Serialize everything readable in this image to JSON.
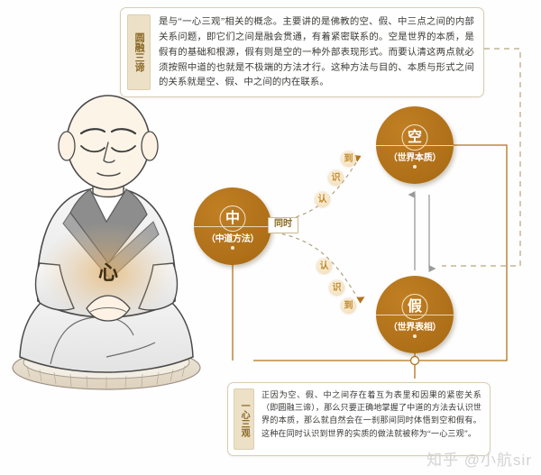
{
  "panels": {
    "top": {
      "tab_label": "圆融三谛",
      "body": "是与“一心三观”相关的概念。主要讲的是佛教的空、假、中三点之间的内部关系问题，即它们之间是融会贯通，有着紧密联系的。空是世界的本质，是假有的基础和根源，假有则是空的一种外部表现形式。而要认清这两点就必须按照中道的也就是不极端的方法才行。这种方法与目的、本质与形式之间的关系就是空、假、中之间的内在联系。"
    },
    "bottom": {
      "tab_label": "一心三观",
      "body": "正因为空、假、中之间存在着互为表里和因果的紧密关系（即圆融三谛），那么只要正确地掌握了中道的方法去认识世界的本质，那么就自然会在一刹那间同时体悟到空和假有。这种在同时认识到世界的实质的做法就被称为“一心三观”。"
    }
  },
  "nodes": [
    {
      "id": "kong",
      "glyph": "空",
      "sub": "（世界本质）"
    },
    {
      "id": "zhong",
      "glyph": "中",
      "sub": "（中道方法）"
    },
    {
      "id": "jia",
      "glyph": "假",
      "sub": "（世界表相）"
    }
  ],
  "tags": {
    "tongshi": "同时"
  },
  "curves": {
    "upper": {
      "chars": [
        "认",
        "识",
        "到"
      ]
    },
    "lower": {
      "chars": [
        "认",
        "识",
        "到"
      ]
    }
  },
  "illustration": {
    "heart_glyph": "心",
    "alt_name": "meditating-monk"
  },
  "watermark": "知乎 @小航sir",
  "colors": {
    "node_fill": "#b3731c",
    "node_fill_light": "#c07f22",
    "tab_bg": "#ece0c6",
    "tab_text": "#8a6a27",
    "panel_border": "#d9cdb4",
    "wire_solid": "#b3731c",
    "wire_dashed": "#b8a67e",
    "curve_char_text": "#c08a2c",
    "watermark": "#cfcfcf"
  }
}
